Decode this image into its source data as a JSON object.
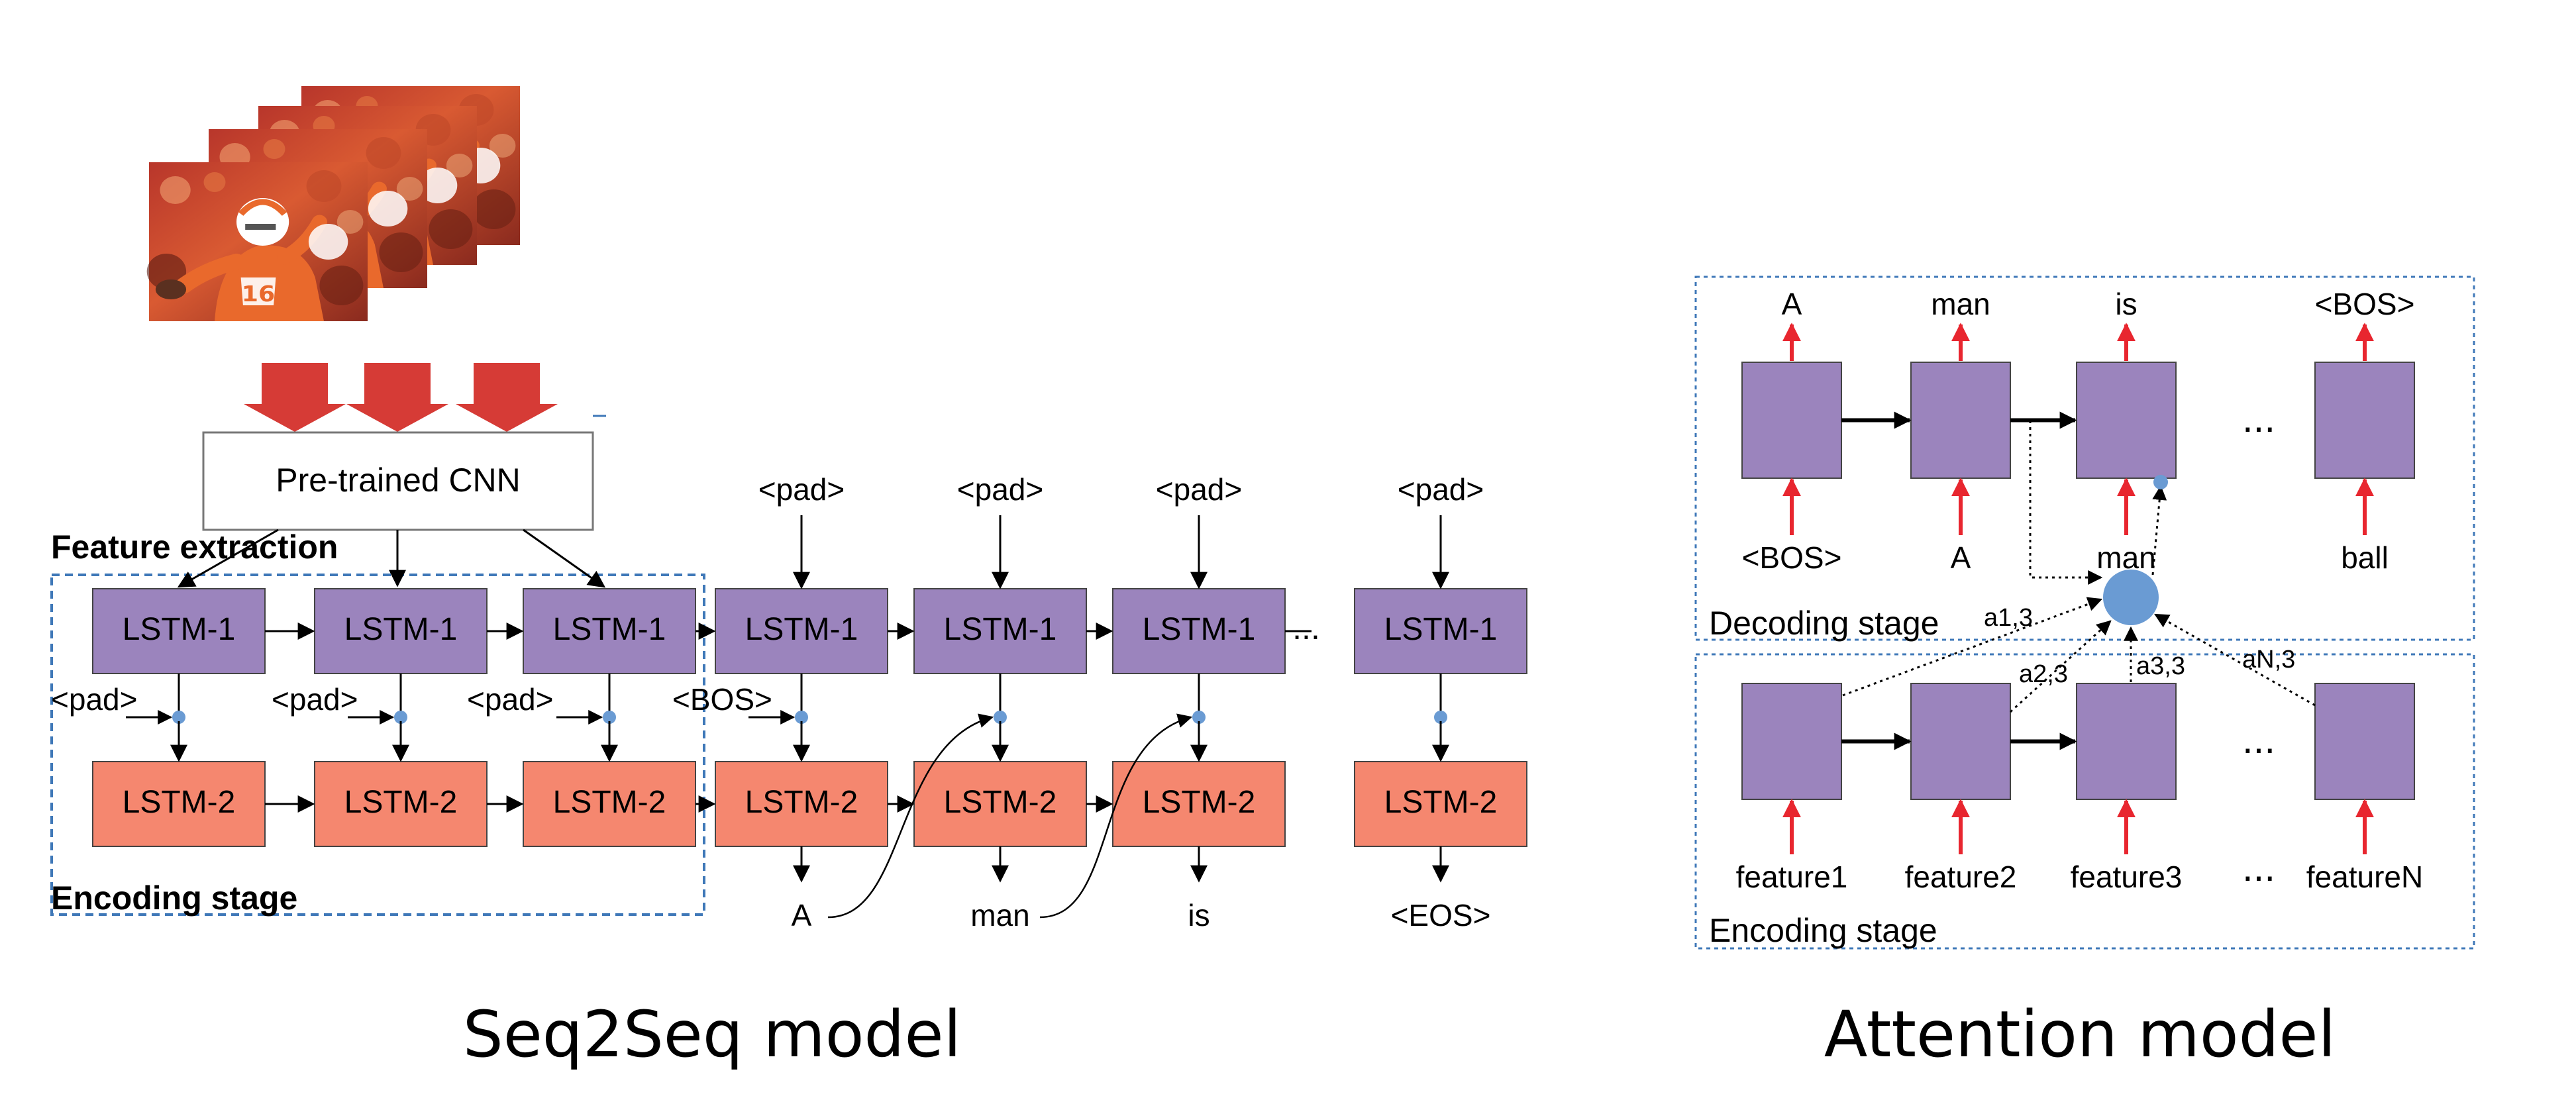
{
  "seq2seq": {
    "cnn_label": "Pre-trained CNN",
    "feature_extraction_label": "Feature extraction",
    "encoding_stage_label": "Encoding stage",
    "lstm1_label": "LSTM-1",
    "lstm2_label": "LSTM-2",
    "pad_label": "<pad>",
    "bos_label": "<BOS>",
    "ellipsis": "...",
    "outputs": [
      "A",
      "man",
      "is",
      "<EOS>"
    ],
    "caption": "Seq2Seq model"
  },
  "attention": {
    "dec_outputs": [
      "A",
      "man",
      "is",
      "<BOS>"
    ],
    "dec_inputs": [
      "<BOS>",
      "A",
      "man",
      "ball"
    ],
    "decoding_stage_label": "Decoding stage",
    "encoding_stage_label": "Encoding stage",
    "enc_inputs": [
      "feature1",
      "feature2",
      "feature3",
      "featureN"
    ],
    "weights": [
      "a1,3",
      "a2,3",
      "a3,3",
      "aN,3"
    ],
    "ellipsis": "...",
    "caption": "Attention model"
  },
  "colors": {
    "lstm1_fill": "#9b84bd",
    "lstm2_fill": "#f5876f",
    "red_arrow": "#e8262f",
    "dot_blue": "#6a9bd3",
    "dashed_box": "#3f78b8",
    "cnn_arrow": "#d63b36"
  }
}
